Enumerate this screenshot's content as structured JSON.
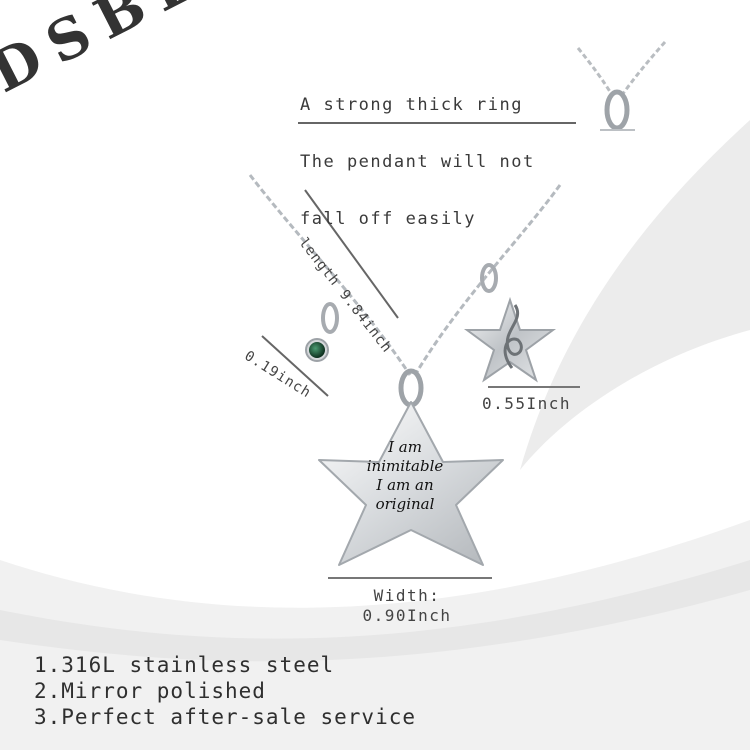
{
  "brand": {
    "logo_text": "DSBL"
  },
  "ring_note": {
    "lines": [
      "A strong thick ring",
      "The pendant will not",
      "fall off easily"
    ]
  },
  "dimensions": {
    "chain_length": "length 9.84inch",
    "stone": "0.19inch",
    "clef_charm": "0.55Inch",
    "star_width_label": "Width:",
    "star_width_value": "0.90Inch"
  },
  "pendant_engraving": {
    "lines": [
      "I am",
      "inimitable",
      "I am an",
      "original"
    ]
  },
  "features": [
    "1.316L stainless steel",
    "2.Mirror polished",
    "3.Perfect after-sale service"
  ],
  "colors": {
    "background": "#ffffff",
    "shadow_grey": "#e9e9e9",
    "stone_green": "#1f5a3c",
    "metal": "#c9cdd1"
  }
}
